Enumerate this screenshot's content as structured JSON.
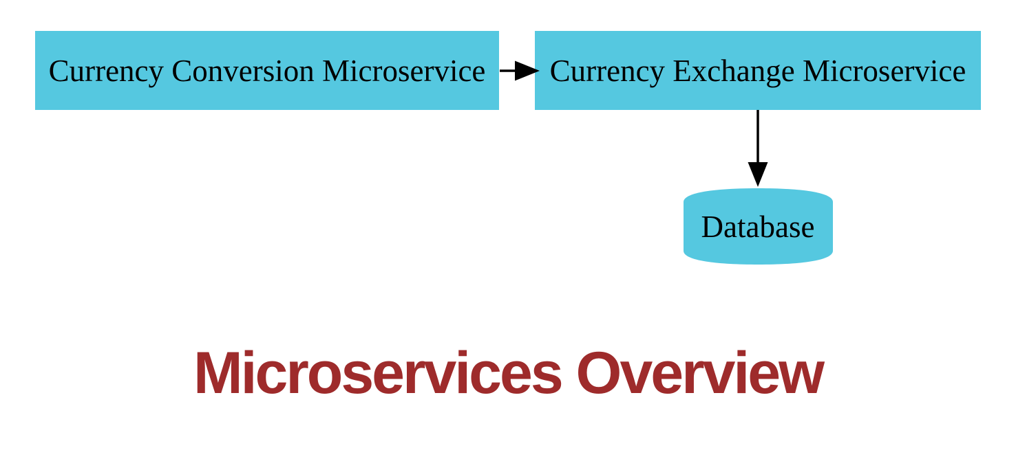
{
  "title": {
    "text": "Microservices Overview"
  },
  "diagram": {
    "nodes": [
      {
        "id": "currency-conversion-microservice",
        "label": "Currency Conversion Microservice",
        "shape": "box"
      },
      {
        "id": "currency-exchange-microservice",
        "label": "Currency Exchange Microservice",
        "shape": "box"
      },
      {
        "id": "database",
        "label": "Database",
        "shape": "cylinder"
      }
    ],
    "edges": [
      {
        "from": "currency-conversion-microservice",
        "to": "currency-exchange-microservice",
        "direction": "right",
        "style": "arrow"
      },
      {
        "from": "currency-exchange-microservice",
        "to": "database",
        "direction": "down",
        "style": "arrow"
      }
    ]
  },
  "colors": {
    "node_fill": "#55c8e0",
    "node_text": "#000000",
    "edge": "#000000",
    "title_text": "#9e2b2b",
    "background": "#ffffff"
  }
}
